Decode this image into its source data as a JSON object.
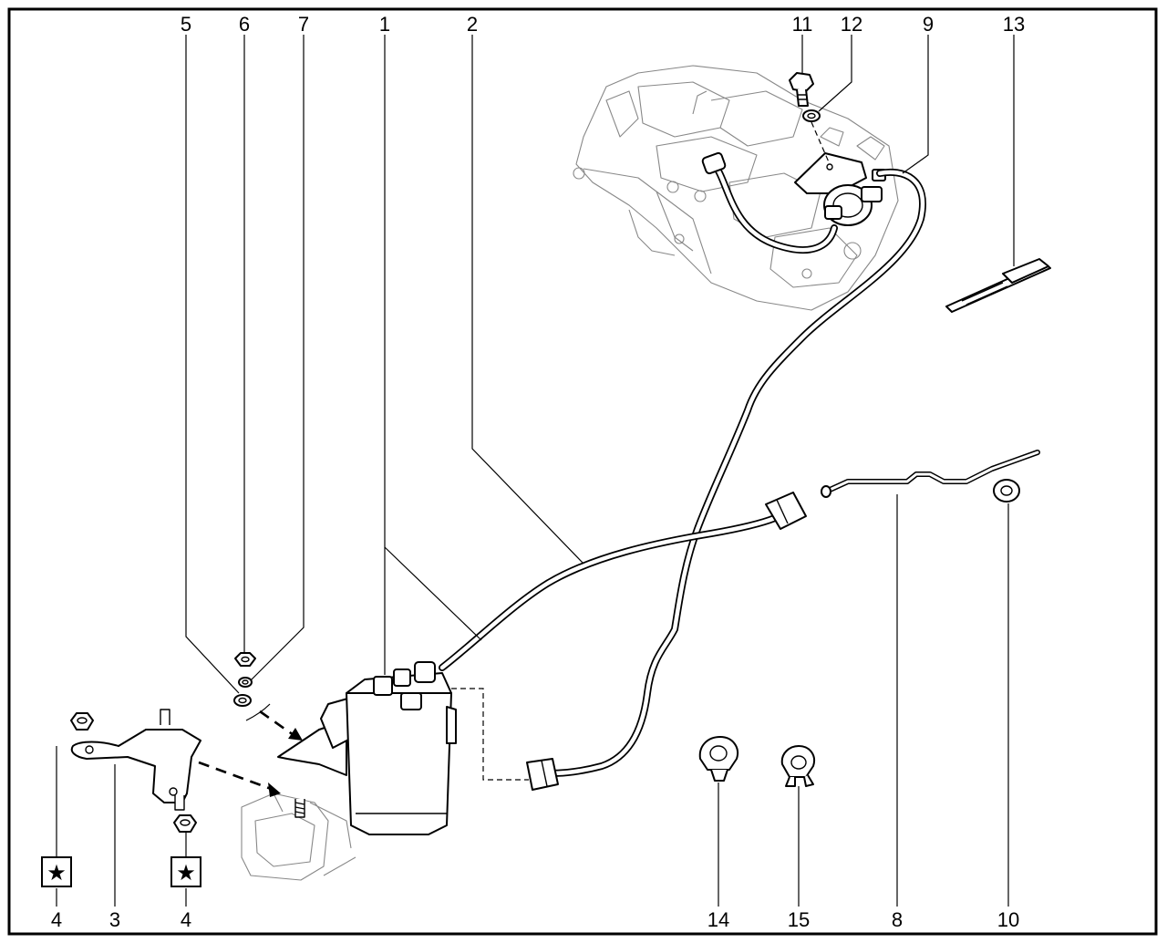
{
  "callouts": {
    "c1": "1",
    "c2": "2",
    "c3": "3",
    "c4a": "4",
    "c4b": "4",
    "c5": "5",
    "c6": "6",
    "c7": "7",
    "c8": "8",
    "c9": "9",
    "c10": "10",
    "c11": "11",
    "c12": "12",
    "c13": "13",
    "c14": "14",
    "c15": "15"
  },
  "symbols": {
    "torque_star": "★"
  }
}
